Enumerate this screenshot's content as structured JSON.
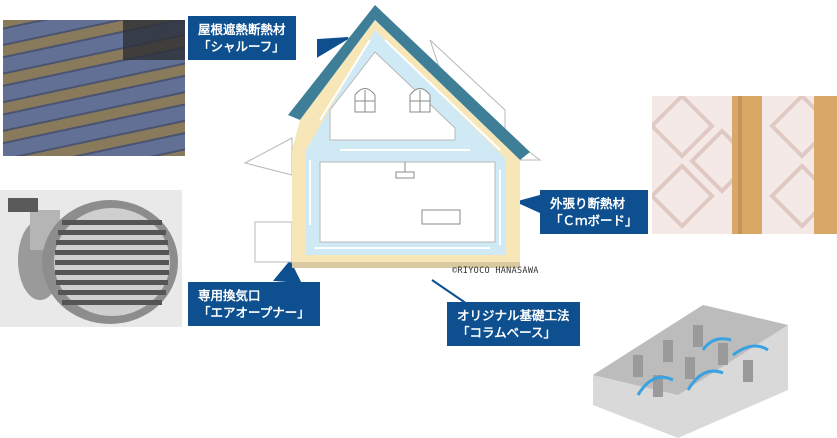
{
  "labels": {
    "roof": {
      "line1": "屋根遮熱断熱材",
      "line2": "「シャルーフ」"
    },
    "vent": {
      "line1": "専用換気口",
      "line2": "「エアオープナー」"
    },
    "wall": {
      "line1": "外張り断熱材",
      "line2": "「Ｃｍボード」"
    },
    "foundation": {
      "line1": "オリジナル基礎工法",
      "line2": "「コラムベース」"
    }
  },
  "credit": "©RIYOCO HANASAWA",
  "colors": {
    "label_bg": "#0d4f8f",
    "roof": "#3e7f97",
    "insulation": "#f7e6b8",
    "air": "#cfe9f5",
    "wall_panel": "#f4e9e6"
  }
}
